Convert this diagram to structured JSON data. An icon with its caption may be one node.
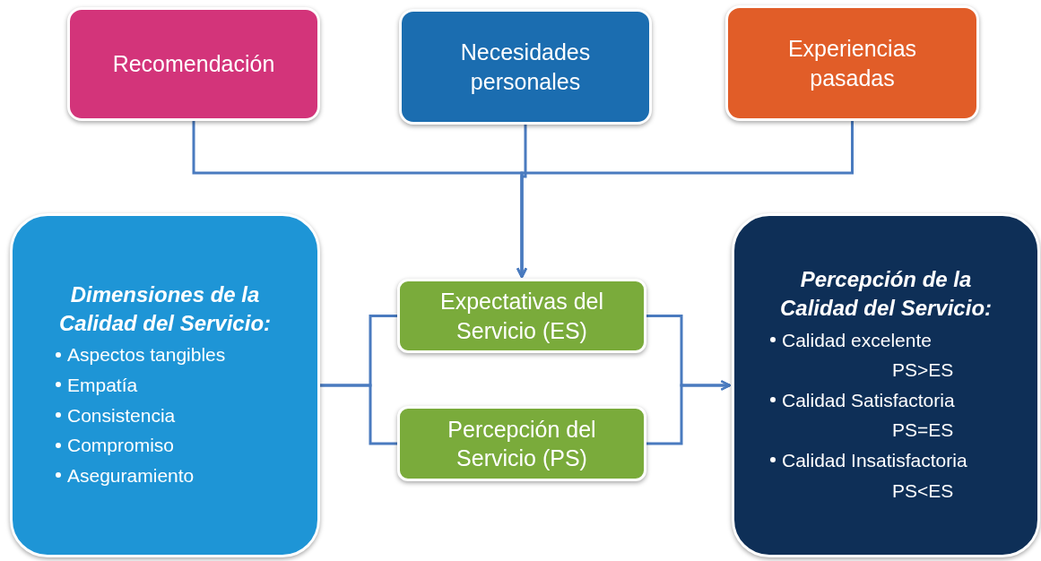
{
  "diagram": {
    "nodes": [
      {
        "text": [
          "Recomendación"
        ]
      },
      {
        "text": [
          "Necesidades personales"
        ]
      },
      {
        "text": [
          "Experiencias pasadas"
        ]
      },
      {
        "text": [
          "Dimensiones de la Calidad del Servicio:",
          "Aspectos tangibles",
          "Empatía",
          "Consistencia",
          "Compromiso",
          "Aseguramiento"
        ]
      },
      {
        "text": [
          "Expectativas del Servicio (ES)"
        ]
      },
      {
        "text": [
          "Percepción del Servicio (PS)"
        ]
      },
      {
        "text": [
          "Percepción de la Calidad del Servicio:",
          "Calidad excelente",
          "PS>ES",
          "Calidad Satisfactoria",
          "PS=ES",
          "Calidad Insatisfactoria",
          "PS<ES"
        ]
      }
    ],
    "edges": [
      {
        "from": 0,
        "to": 4,
        "arrow": "to"
      },
      {
        "from": 1,
        "to": 4,
        "arrow": "to"
      },
      {
        "from": 2,
        "to": 4,
        "arrow": "to"
      },
      {
        "from": 3,
        "to": 4,
        "arrow": "none"
      },
      {
        "from": 3,
        "to": 5,
        "arrow": "none"
      },
      {
        "from": 4,
        "to": 6,
        "arrow": "to"
      },
      {
        "from": 5,
        "to": 6,
        "arrow": "to"
      }
    ]
  }
}
